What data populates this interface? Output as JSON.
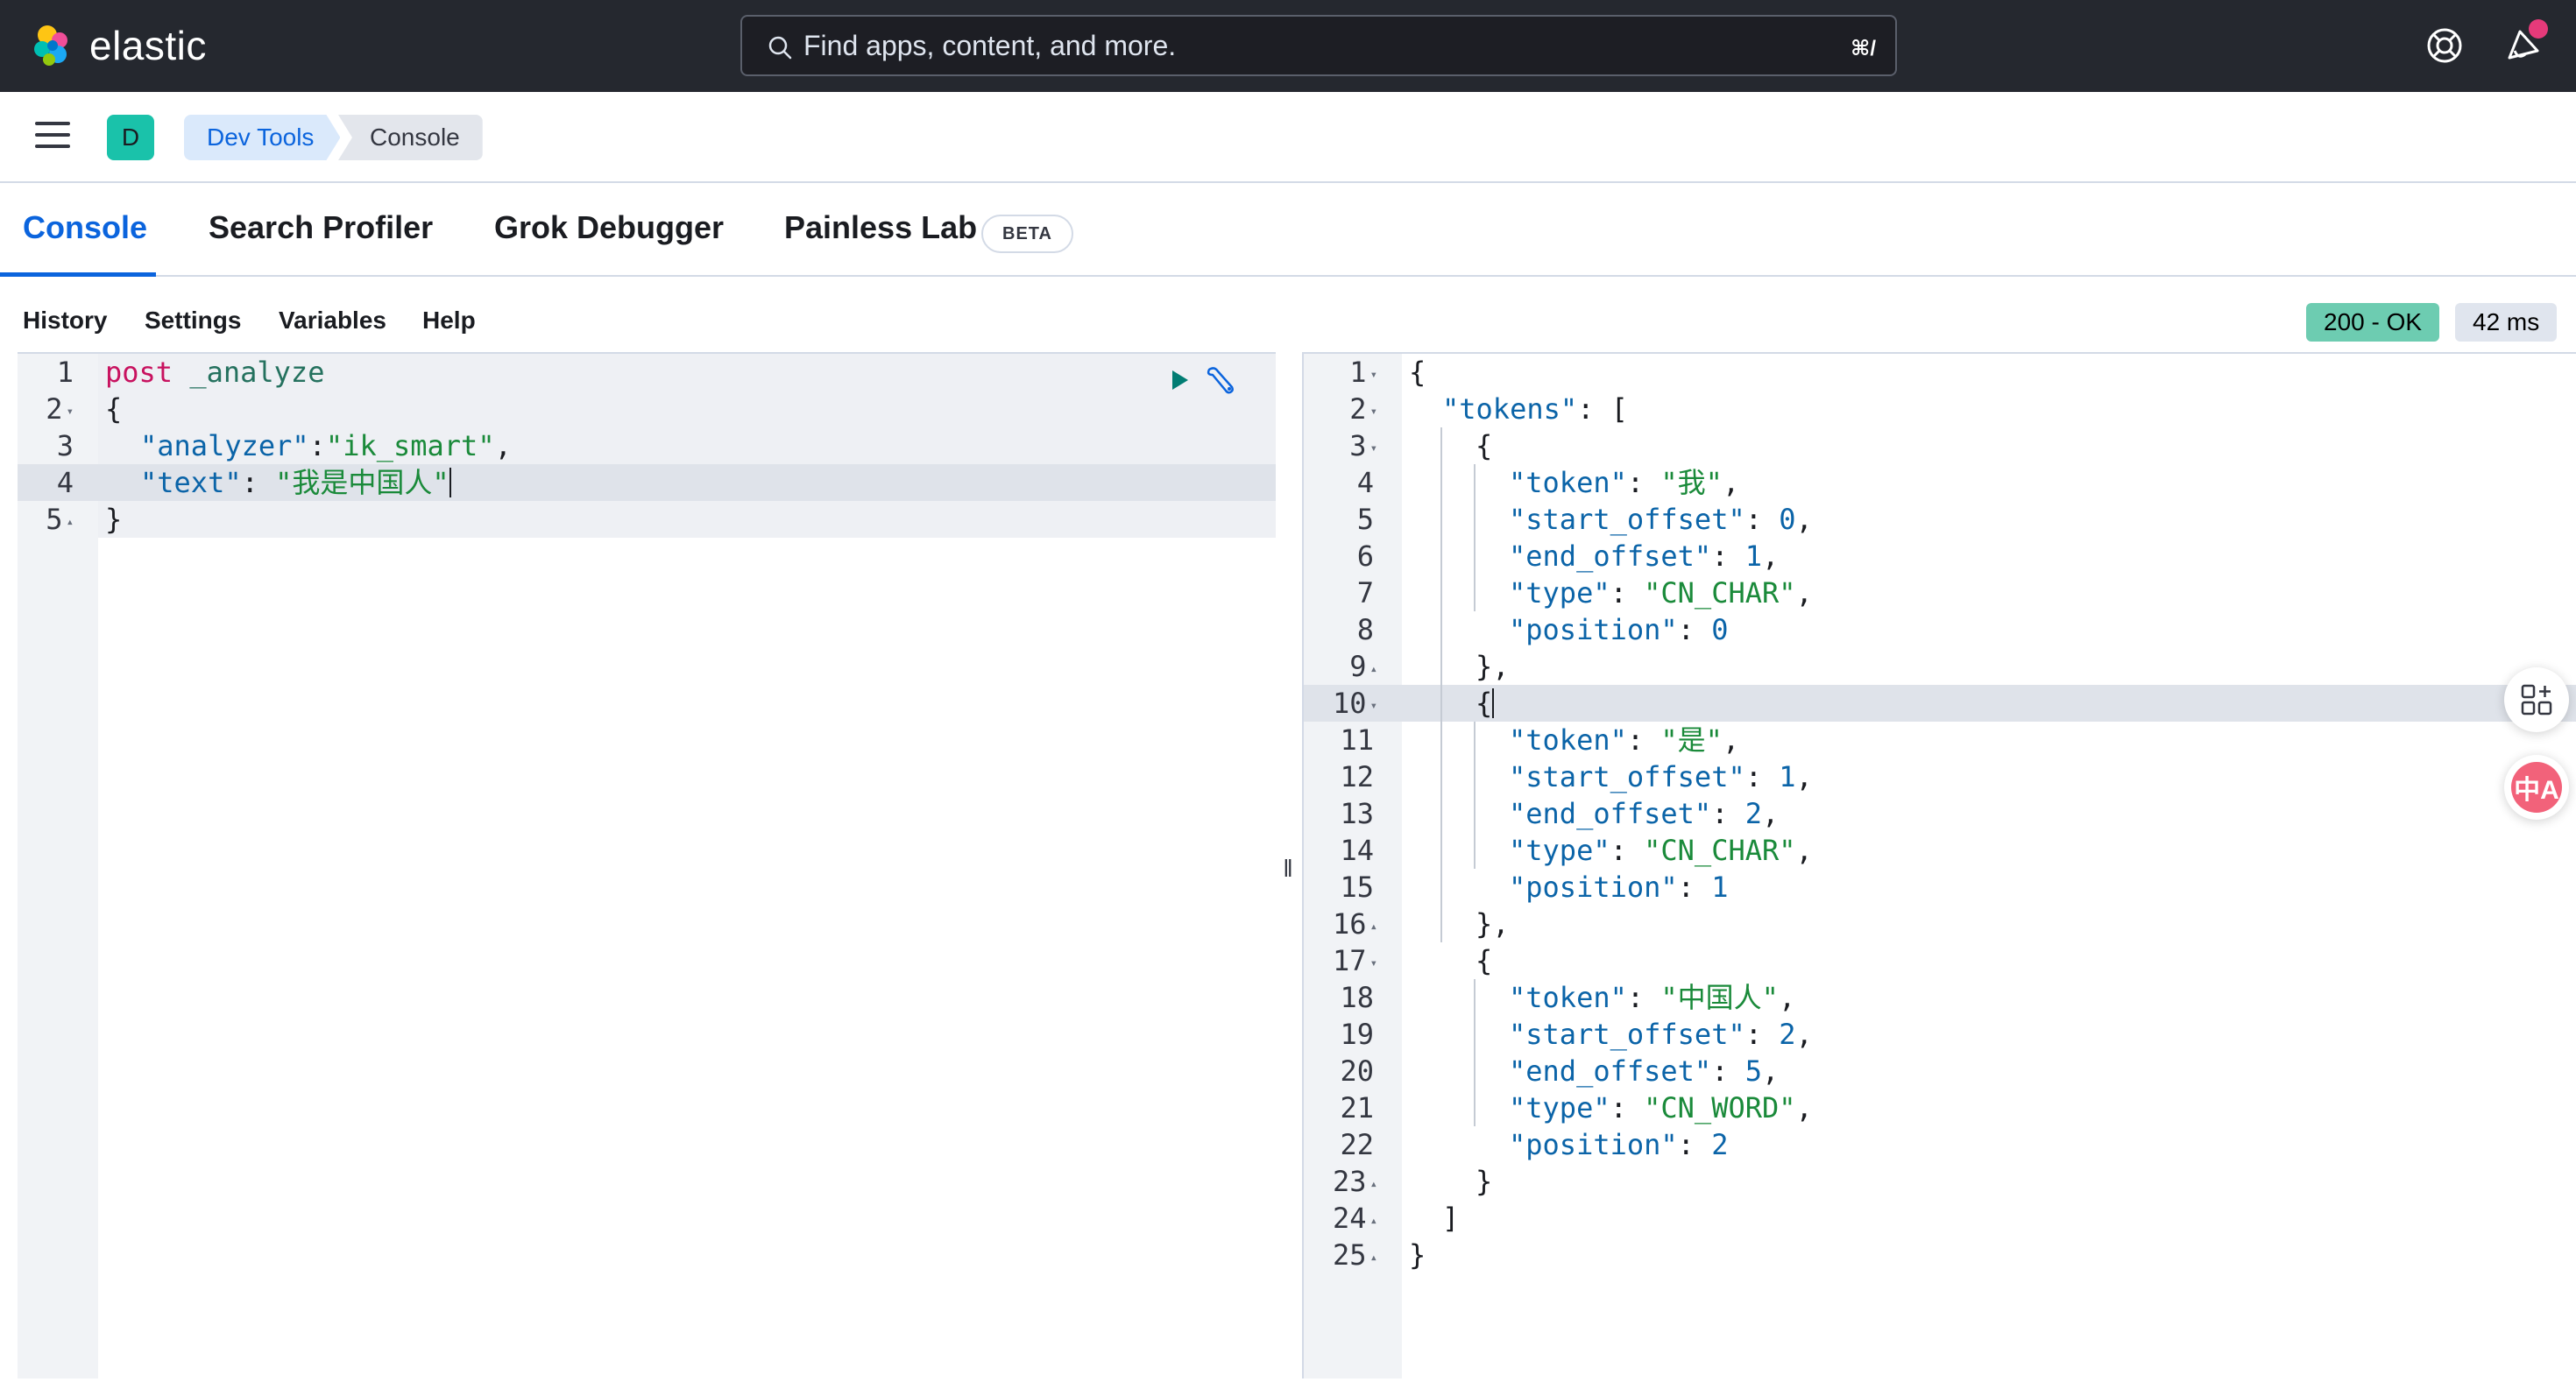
{
  "header": {
    "logo_text": "elastic",
    "search_placeholder": "Find apps, content, and more.",
    "search_shortcut": "⌘/"
  },
  "breadcrumb": {
    "space_initial": "D",
    "items": [
      "Dev Tools",
      "Console"
    ]
  },
  "tabs": [
    {
      "label": "Console",
      "active": true
    },
    {
      "label": "Search Profiler",
      "active": false
    },
    {
      "label": "Grok Debugger",
      "active": false
    },
    {
      "label": "Painless Lab",
      "active": false,
      "badge": "BETA"
    }
  ],
  "toolbar": {
    "links": [
      "History",
      "Settings",
      "Variables",
      "Help"
    ],
    "status": "200 - OK",
    "duration": "42 ms"
  },
  "request": {
    "lines": [
      {
        "n": "1",
        "fold": ""
      },
      {
        "n": "2",
        "fold": "▾"
      },
      {
        "n": "3",
        "fold": ""
      },
      {
        "n": "4",
        "fold": ""
      },
      {
        "n": "5",
        "fold": "▴"
      }
    ],
    "method": "post",
    "path": "_analyze",
    "analyzer_key": "\"analyzer\"",
    "analyzer_value": "\"ik_smart\"",
    "text_key": "\"text\"",
    "text_value": "\"我是中国人\""
  },
  "response": {
    "tokens": [
      {
        "token": "\"我\"",
        "start_offset": "0",
        "end_offset": "1",
        "type": "\"CN_CHAR\"",
        "position": "0"
      },
      {
        "token": "\"是\"",
        "start_offset": "1",
        "end_offset": "2",
        "type": "\"CN_CHAR\"",
        "position": "1"
      },
      {
        "token": "\"中国人\"",
        "start_offset": "2",
        "end_offset": "5",
        "type": "\"CN_WORD\"",
        "position": "2"
      }
    ],
    "line_numbers": [
      "1",
      "2",
      "3",
      "4",
      "5",
      "6",
      "7",
      "8",
      "9",
      "10",
      "11",
      "12",
      "13",
      "14",
      "15",
      "16",
      "17",
      "18",
      "19",
      "20",
      "21",
      "22",
      "23",
      "24",
      "25"
    ],
    "folds": [
      "▾",
      "▾",
      "▾",
      "",
      "",
      "",
      "",
      "",
      "▴",
      "▾",
      "",
      "",
      "",
      "",
      "",
      "▴",
      "▾",
      "",
      "",
      "",
      "",
      "",
      "▴",
      "▴",
      "▴"
    ]
  },
  "widgets": {
    "translate_label": "中A"
  }
}
